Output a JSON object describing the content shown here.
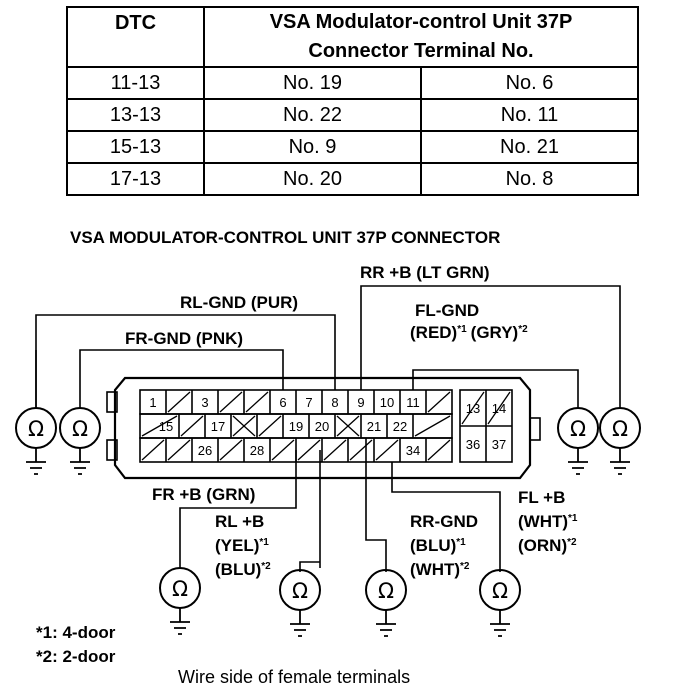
{
  "table": {
    "header_col1": "DTC",
    "header_col2_line1": "VSA Modulator-control Unit 37P",
    "header_col2_line2": "Connector Terminal No.",
    "rows": [
      {
        "dtc": "11-13",
        "a": "No. 19",
        "b": "No. 6"
      },
      {
        "dtc": "13-13",
        "a": "No. 22",
        "b": "No. 11"
      },
      {
        "dtc": "15-13",
        "a": "No. 9",
        "b": "No. 21"
      },
      {
        "dtc": "17-13",
        "a": "No. 20",
        "b": "No. 8"
      }
    ]
  },
  "diagram": {
    "title": "VSA MODULATOR-CONTROL UNIT 37P CONNECTOR",
    "labels": {
      "rr_b": "RR +B (LT GRN)",
      "rl_gnd": "RL-GND (PUR)",
      "fl_gnd_1": "FL-GND",
      "fl_gnd_2a": "(RED)",
      "fl_gnd_2b": "(GRY)",
      "fr_gnd": "FR-GND (PNK)",
      "fr_b": "FR +B (GRN)",
      "rl_b_1": "RL +B",
      "rl_b_2": "(YEL)",
      "rl_b_3": "(BLU)",
      "rr_gnd_1": "RR-GND",
      "rr_gnd_2": "(BLU)",
      "rr_gnd_3": "(WHT)",
      "fl_b_1": "FL +B",
      "fl_b_2": "(WHT)",
      "fl_b_3": "(ORN)",
      "mark1": "*1",
      "mark2": "*2"
    },
    "pins": {
      "p1": "1",
      "p3": "3",
      "p6": "6",
      "p7": "7",
      "p8": "8",
      "p9": "9",
      "p10": "10",
      "p11": "11",
      "p13": "13",
      "p14": "14",
      "p15": "15",
      "p17": "17",
      "p19": "19",
      "p20": "20",
      "p21": "21",
      "p22": "22",
      "p26": "26",
      "p28": "28",
      "p34": "34",
      "p36": "36",
      "p37": "37"
    },
    "ohm_symbol": "Ω",
    "notes": [
      "*1: 4-door",
      "*2: 2-door"
    ],
    "caption": "Wire side of female terminals"
  }
}
